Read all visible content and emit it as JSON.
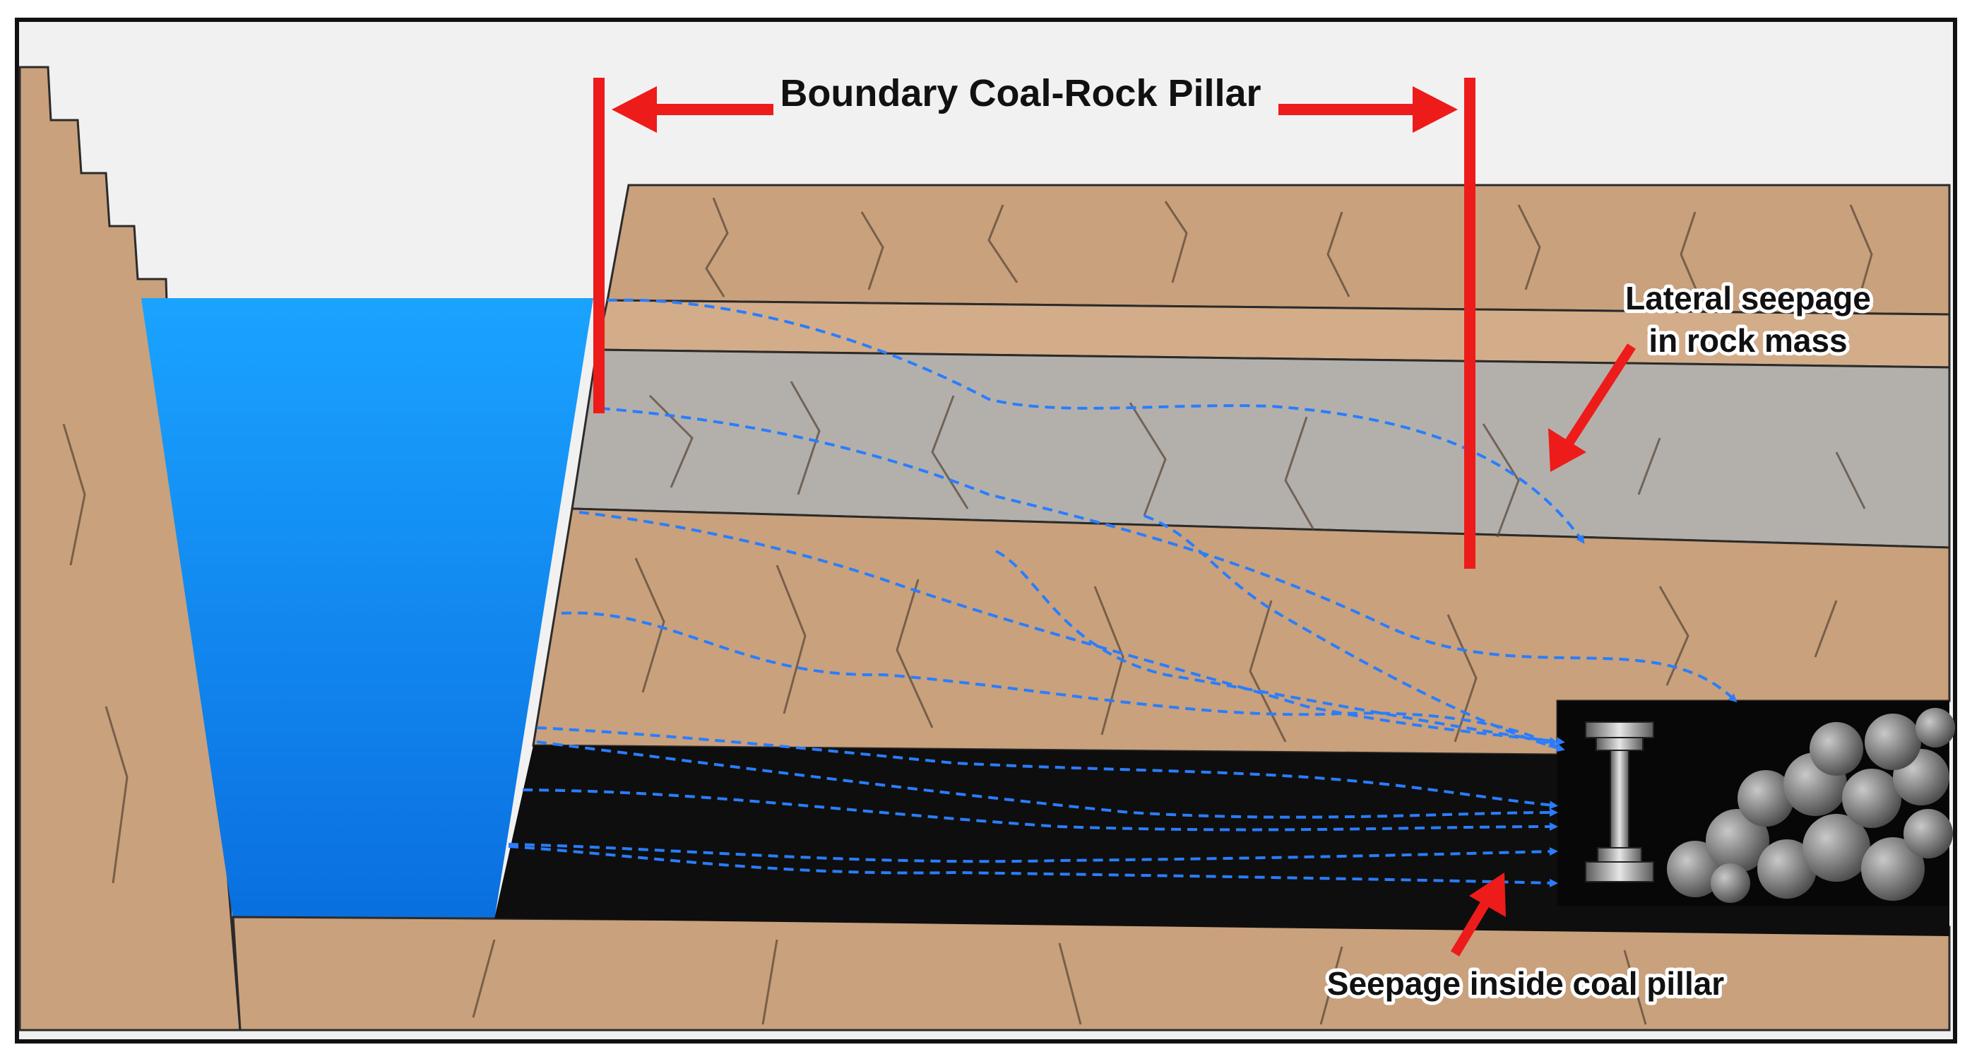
{
  "labels": {
    "pillar": "Boundary Coal-Rock Pillar",
    "lateral_line1": "Lateral seepage",
    "lateral_line2": "in rock mass",
    "inside": "Seepage inside coal pillar"
  },
  "colors": {
    "sky": "#f1f1f1",
    "rock_tan": "#c9a17c",
    "rock_tan_light": "#d3ad89",
    "rock_gray": "#b3b0ab",
    "coal": "#0e0e0e",
    "water": "#1a8cf0",
    "seepage": "#2a7dff",
    "pillar_marker": "#ee1b1b",
    "frame": "#111111"
  },
  "icons": [
    "hydraulic-support-icon",
    "broken-rock-pile-icon"
  ]
}
